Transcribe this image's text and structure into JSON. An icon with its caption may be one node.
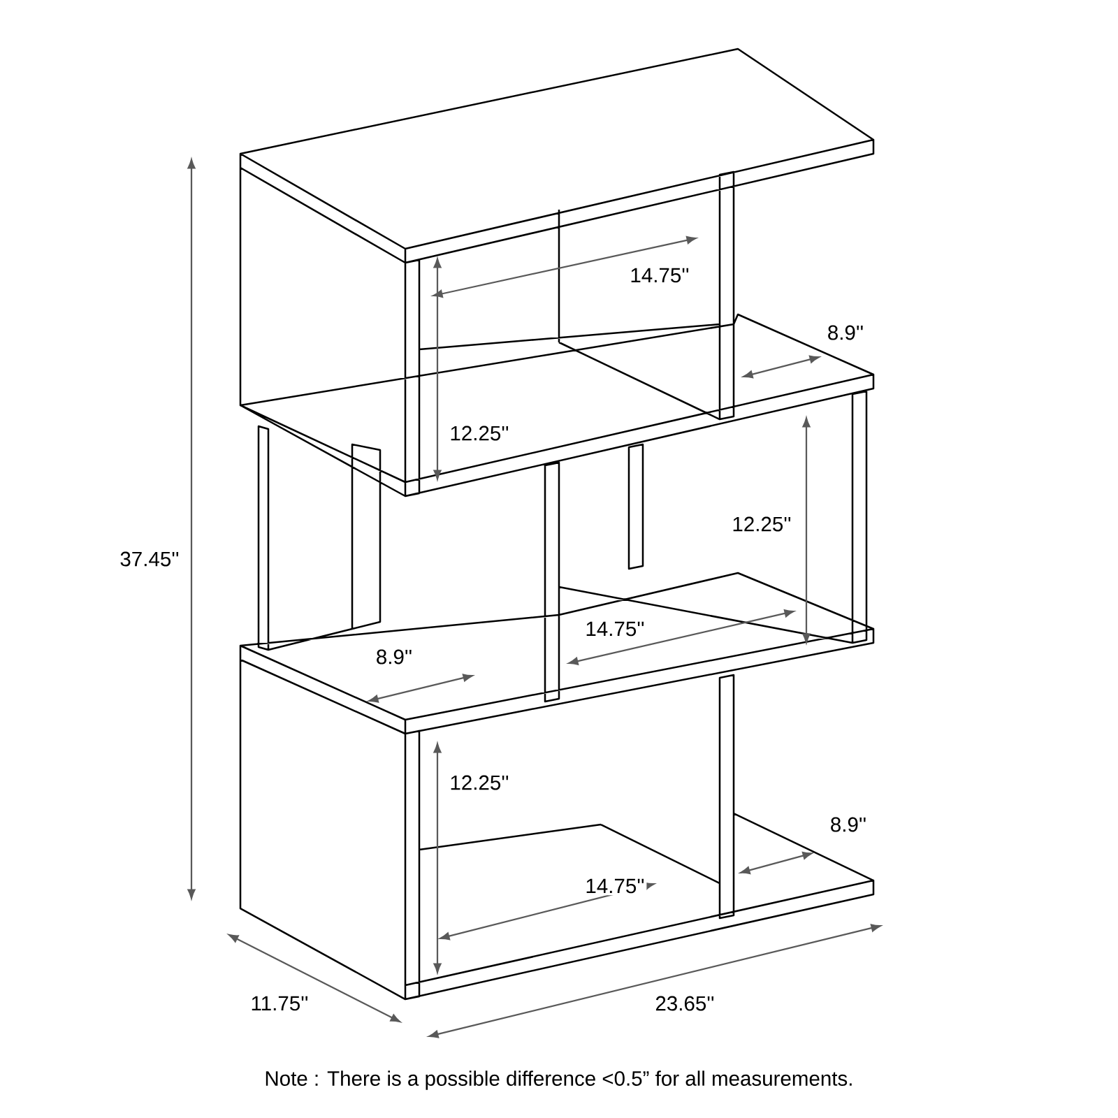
{
  "diagram": {
    "labels": [
      "14.75''",
      "8.9''",
      "12.25''",
      "12.25''",
      "37.45''",
      "14.75''",
      "8.9''",
      "12.25''",
      "8.9''",
      "14.75''",
      "11.75''",
      "23.65''",
      "Note : There is a possible difference <0.5” for all measurements."
    ]
  }
}
